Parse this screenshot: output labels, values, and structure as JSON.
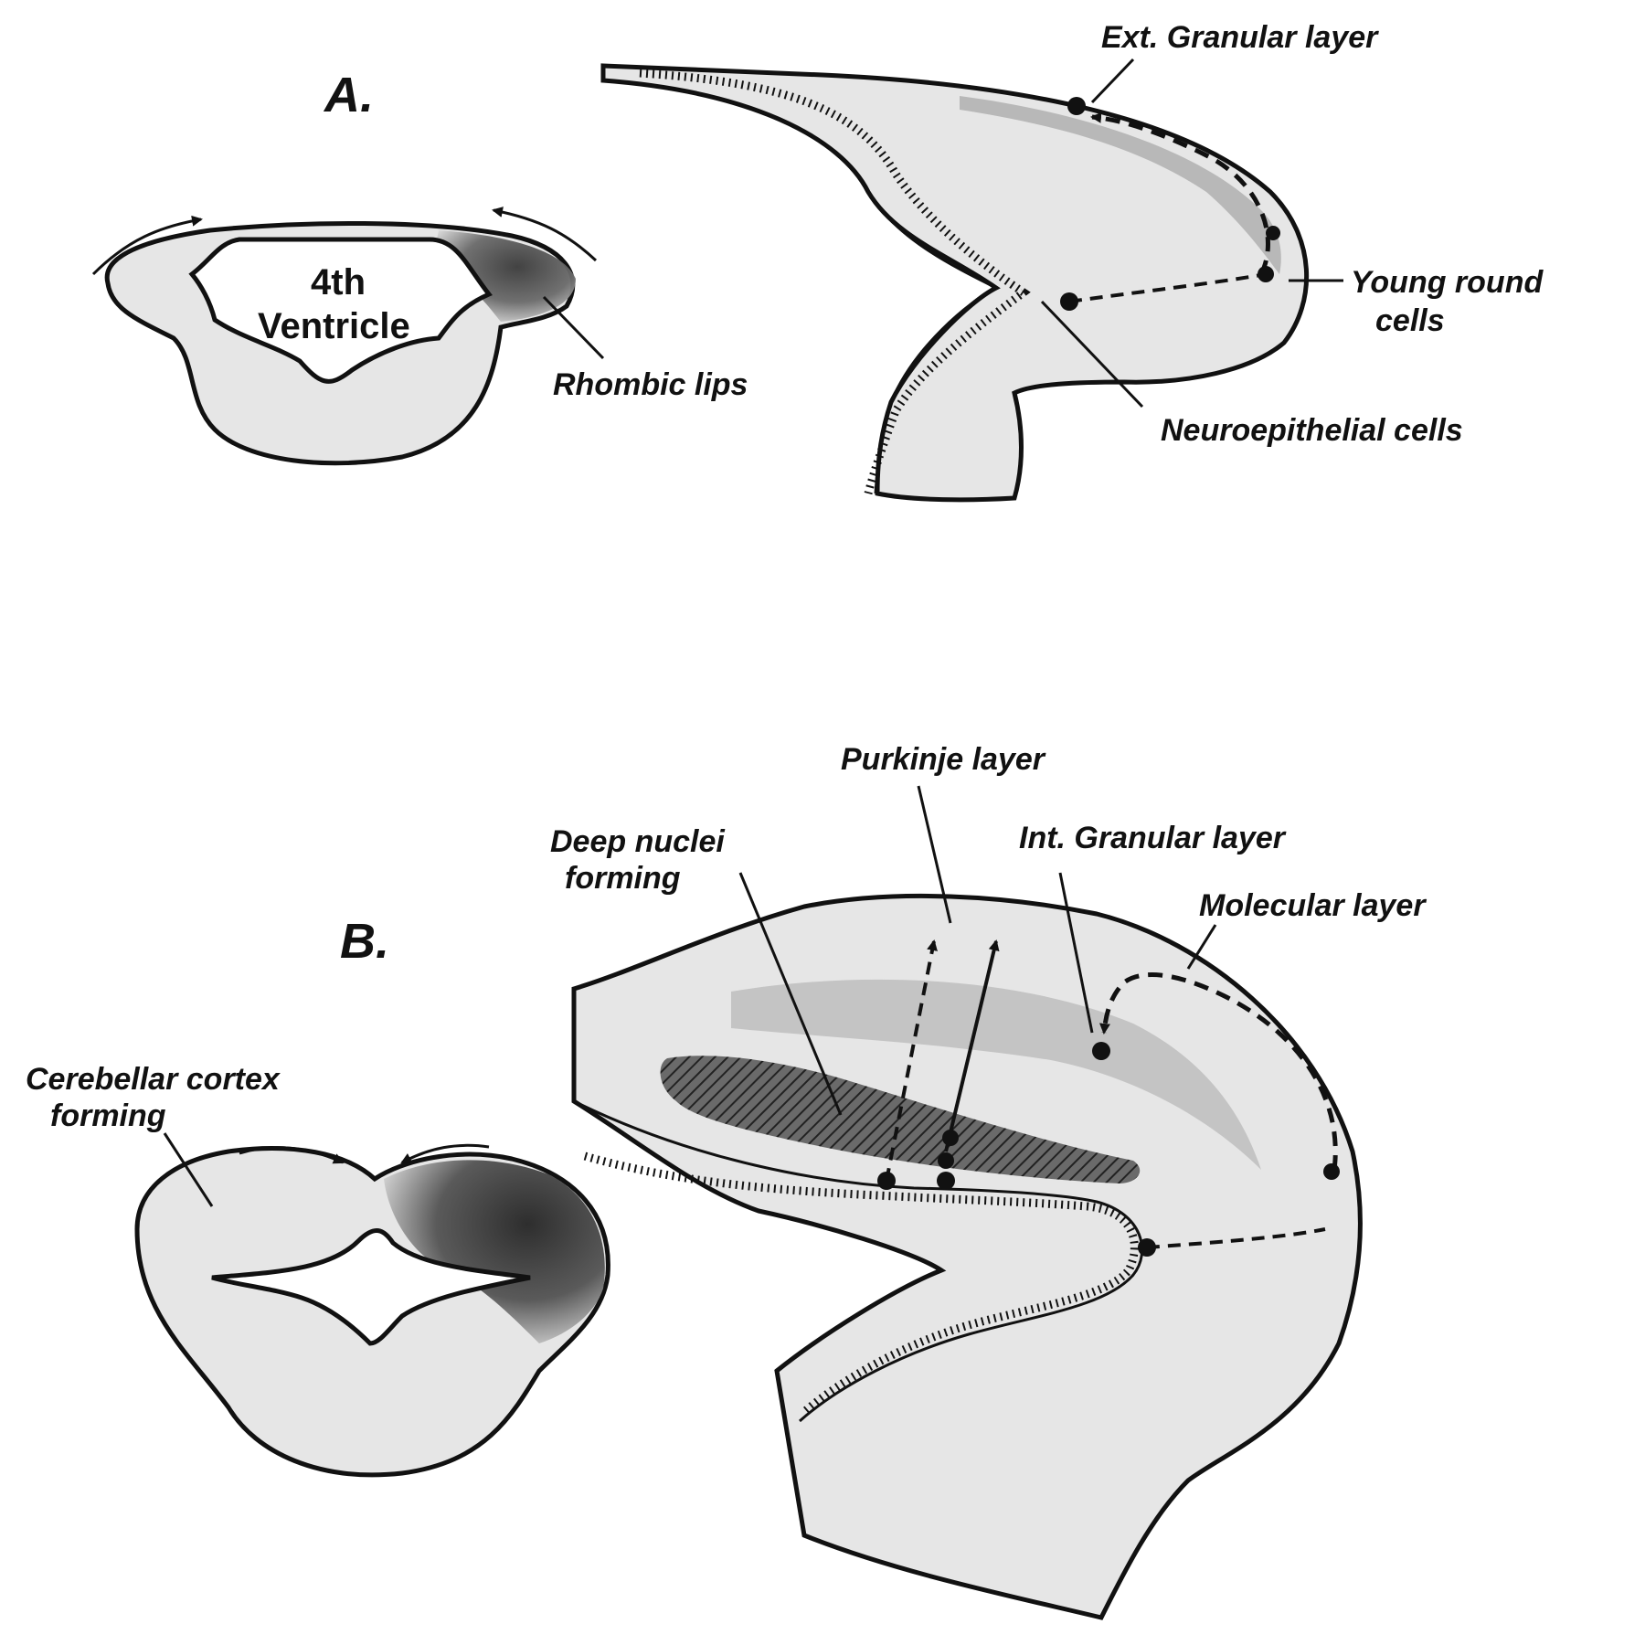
{
  "figure": {
    "panel_a": {
      "letter": "A.",
      "ventricle_label_line1": "4th",
      "ventricle_label_line2": "Ventricle",
      "rhombic_lips": "Rhombic lips",
      "ext_granular": "Ext. Granular layer",
      "young_round_line1": "Young round",
      "young_round_line2": "cells",
      "neuroepithelial": "Neuroepithelial cells"
    },
    "panel_b": {
      "letter": "B.",
      "cerebellar_line1": "Cerebellar cortex",
      "cerebellar_line2": "forming",
      "deep_nuclei_line1": "Deep nuclei",
      "deep_nuclei_line2": "forming",
      "purkinje": "Purkinje layer",
      "int_granular": "Int.  Granular layer",
      "molecular": "Molecular layer"
    }
  },
  "colors": {
    "tissue": "#e6e6e6",
    "shading_dark": "#4a4a4a",
    "ink": "#111111"
  }
}
